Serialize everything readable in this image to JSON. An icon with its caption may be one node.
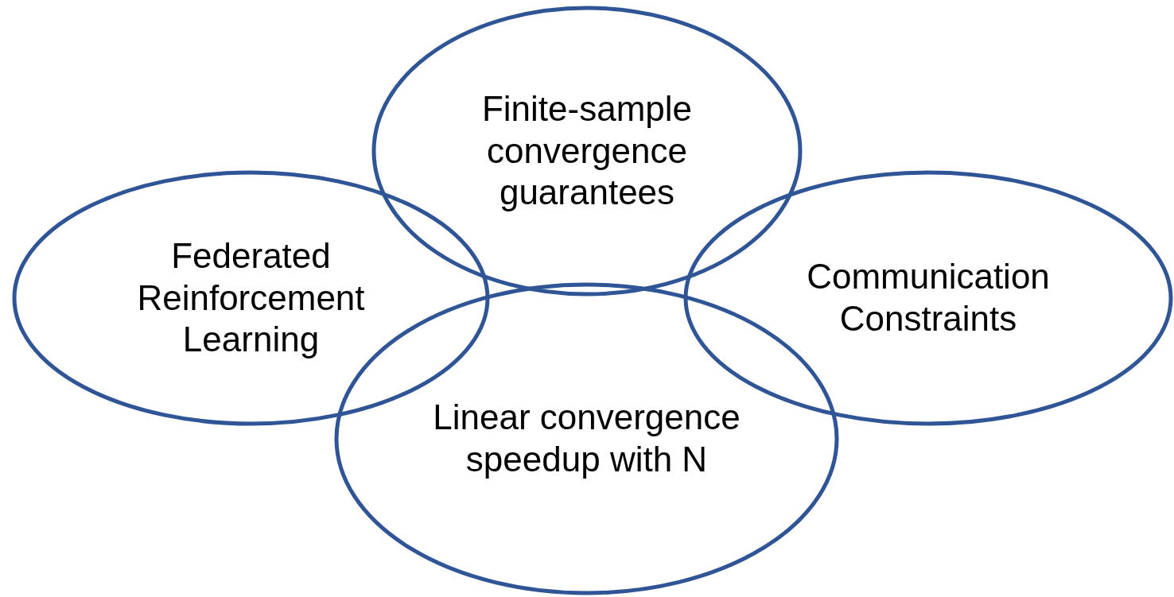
{
  "diagram": {
    "nodes": [
      {
        "text": [
          "Finite-sample convergence guarantees"
        ]
      },
      {
        "text": [
          "Federated Reinforcement Learning"
        ]
      },
      {
        "text": [
          "Communication Constraints"
        ]
      },
      {
        "text": [
          "Linear convergence speedup with N"
        ]
      }
    ]
  }
}
